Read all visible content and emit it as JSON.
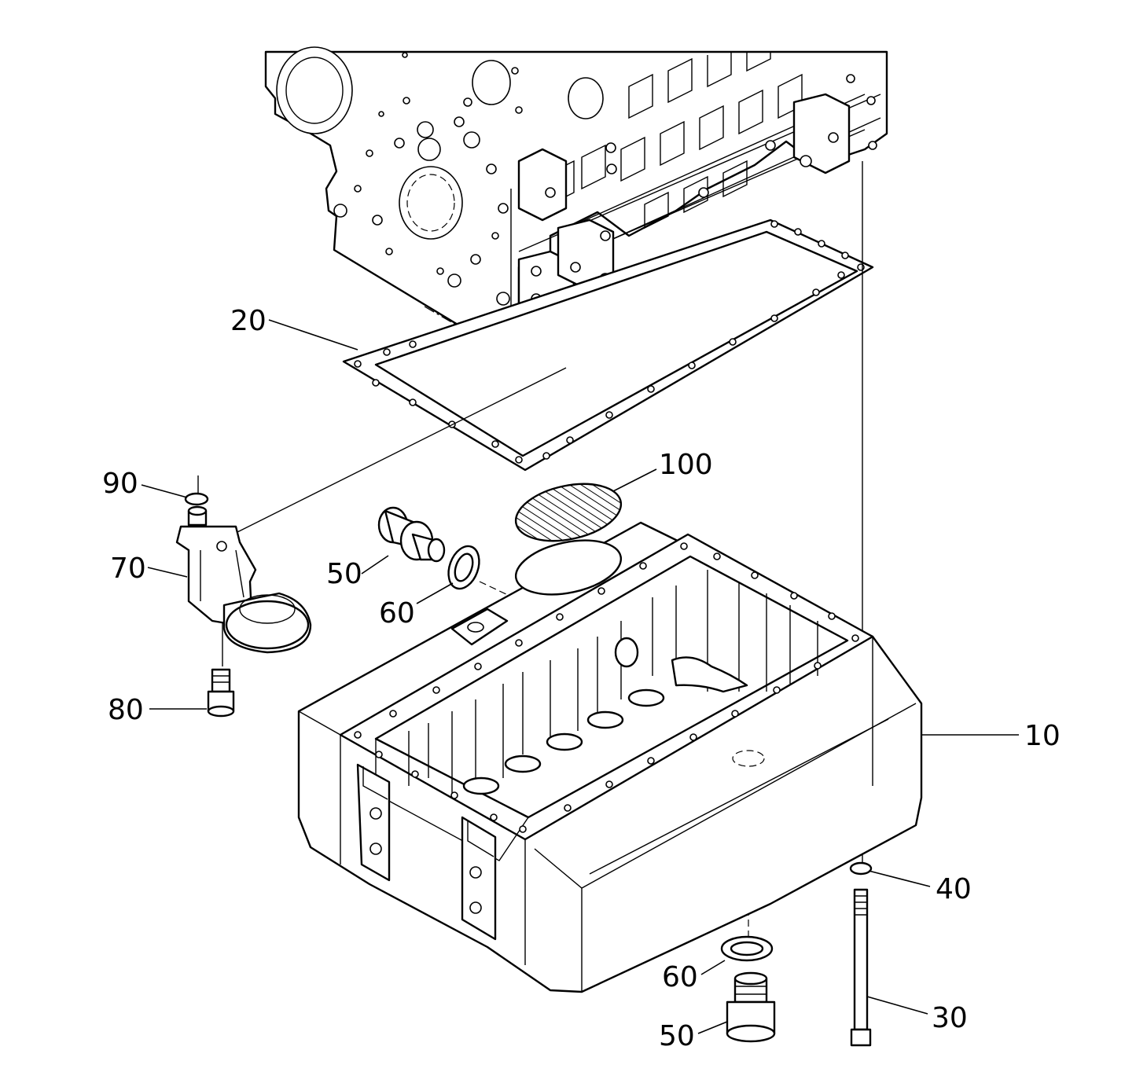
{
  "diagram": {
    "callouts": [
      {
        "id": "c20",
        "label": "20"
      },
      {
        "id": "c90",
        "label": "90"
      },
      {
        "id": "c100",
        "label": "100"
      },
      {
        "id": "c70",
        "label": "70"
      },
      {
        "id": "c50a",
        "label": "50"
      },
      {
        "id": "c60a",
        "label": "60"
      },
      {
        "id": "c80",
        "label": "80"
      },
      {
        "id": "c10",
        "label": "10"
      },
      {
        "id": "c40",
        "label": "40"
      },
      {
        "id": "c60b",
        "label": "60"
      },
      {
        "id": "c30",
        "label": "30"
      },
      {
        "id": "c50b",
        "label": "50"
      }
    ]
  }
}
